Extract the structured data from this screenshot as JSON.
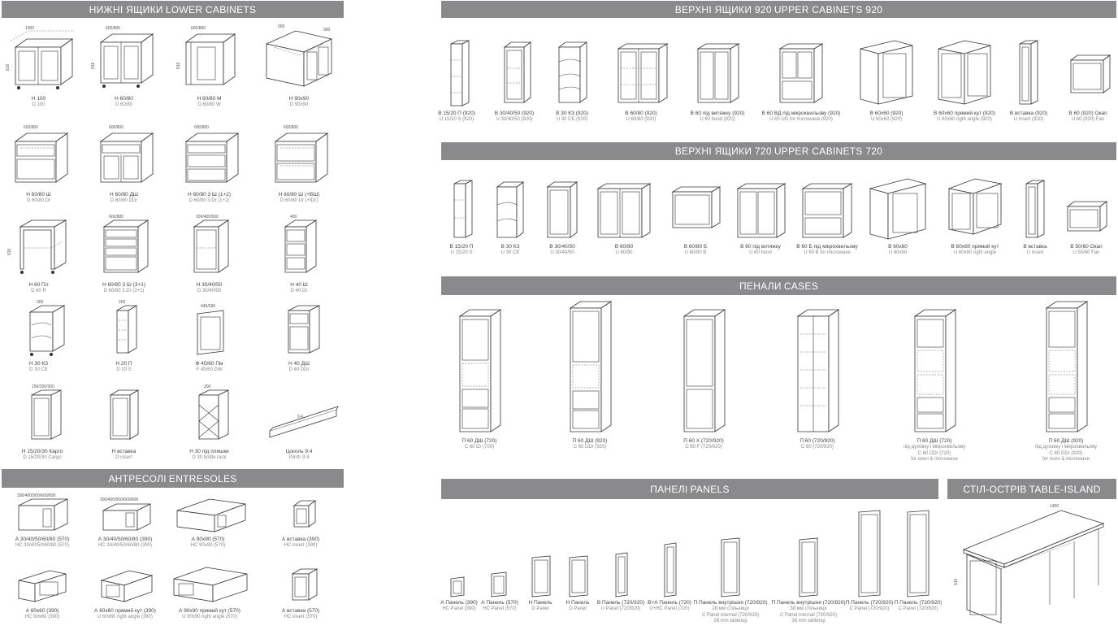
{
  "sections": {
    "lower": {
      "ua": "НИЖНІ ЯЩИКИ",
      "en": "LOWER CABINETS"
    },
    "upper920": {
      "ua": "ВЕРХНІ ЯЩИКИ 920",
      "en": "UPPER CABINETS 920"
    },
    "upper720": {
      "ua": "ВЕРХНІ ЯЩИКИ 720",
      "en": "UPPER CABINETS 720"
    },
    "cases": {
      "ua": "ПЕНАЛИ",
      "en": "CASES"
    },
    "entresoles": {
      "ua": "АНТРЕСОЛІ",
      "en": "ENTRESOLES"
    },
    "panels": {
      "ua": "ПАНЕЛІ",
      "en": "PANELS"
    },
    "island": {
      "ua": "СТІЛ-ОСТРІВ",
      "en": "TABLE-ISLAND"
    }
  },
  "lower": [
    {
      "ua": "Н 100",
      "en": "D 100"
    },
    {
      "ua": "Н 60/80",
      "en": "D 60/80"
    },
    {
      "ua": "Н 60/80 М",
      "en": "D 60/80 W"
    },
    {
      "ua": "Н 90х90",
      "en": "D 90х90"
    },
    {
      "ua": "Н 60/80 Ш",
      "en": "D 60/80 Dr"
    },
    {
      "ua": "Н 60/80 ДШ",
      "en": "D 60/80 DDr"
    },
    {
      "ua": "Н 60/80 3 Ш (1+2)",
      "en": "D 60/80 3 Dr (1+2)"
    },
    {
      "ua": "Н 60/80 Ш (+ВШ)",
      "en": "D 60/80 Dr (+IDr)"
    },
    {
      "ua": "Н 60 Пл",
      "en": "D 60 R"
    },
    {
      "ua": "Н 60/80 3 Ш (3+1)",
      "en": "D 60/80 3 Dr (3+1)"
    },
    {
      "ua": "Н 30/40/50",
      "en": "D 30/40/50"
    },
    {
      "ua": "Н 40 Ш",
      "en": "D 40 Dr"
    },
    {
      "ua": "Н 30 КЗ",
      "en": "D 30 CE"
    },
    {
      "ua": "Н 20 П",
      "en": "D 20 S"
    },
    {
      "ua": "Ф 45/60 Пм",
      "en": "F 45/60 DW"
    },
    {
      "ua": "Н 40 ДШ",
      "en": "D 40 DDr"
    },
    {
      "ua": "Н 15/20/30 Карго",
      "en": "D 15/20/30 Cargo"
    },
    {
      "ua": "Н вставка",
      "en": "D insert"
    },
    {
      "ua": "Н 30 під пляшки",
      "en": "D 30 bottle rack"
    },
    {
      "ua": "Цоколь 9.4",
      "en": "Plinth 9.4"
    }
  ],
  "upper920": [
    {
      "ua": "В 15/20 П (920)",
      "en": "U 15/20 S (920)"
    },
    {
      "ua": "В 30/40/50 (920)",
      "en": "U 30/40/50 (920)"
    },
    {
      "ua": "В 30 КЗ (920)",
      "en": "U 30 CE (920)"
    },
    {
      "ua": "В 60/80 (920)",
      "en": "U 60/80 (920)"
    },
    {
      "ua": "В 60 під витяжку (920)",
      "en": "U 60 hood (920)"
    },
    {
      "ua": "В 60 ВД під мікрохвильову (920)",
      "en": "U 60 UD for microwave (920)"
    },
    {
      "ua": "В 60х60 (920)",
      "en": "U 60х60 (920)"
    },
    {
      "ua": "В 60х60 прямий кут (920)",
      "en": "U 60х60 right angle (920)"
    },
    {
      "ua": "В вставка (920)",
      "en": "U insert (920)"
    },
    {
      "ua": "В 60 (920) Окап",
      "en": "U 60 (920) Fan"
    }
  ],
  "upper720": [
    {
      "ua": "В 15/20 П",
      "en": "U 15/20 S"
    },
    {
      "ua": "В 30 КЗ",
      "en": "U 30 CE"
    },
    {
      "ua": "В 30/40/50",
      "en": "U 30/40/50"
    },
    {
      "ua": "В 60/80",
      "en": "U 60/80"
    },
    {
      "ua": "В 60/80 Б",
      "en": "U 60/80 B"
    },
    {
      "ua": "В 60 під витяжку",
      "en": "U 60 hood"
    },
    {
      "ua": "В 60 Б під мікрохвильову",
      "en": "U 60 B for microwave"
    },
    {
      "ua": "В 60х60",
      "en": "U 60х60"
    },
    {
      "ua": "В 60х60 прямий кут",
      "en": "U 60х60 right angle"
    },
    {
      "ua": "В вставка",
      "en": "U insert"
    },
    {
      "ua": "В 50/60 Окап",
      "en": "U 50/60 Fan"
    }
  ],
  "cases": [
    {
      "ua": "П 60 ДШ (720)",
      "en": "C 60 Dr (720)",
      "l3": "",
      "l4": ""
    },
    {
      "ua": "П 60 ДШ (920)",
      "en": "C 60 DDr (920)",
      "l3": "",
      "l4": ""
    },
    {
      "ua": "П 60 Х (720/920)",
      "en": "C 60 F (720/920)",
      "l3": "",
      "l4": ""
    },
    {
      "ua": "П 60 (720/920)",
      "en": "C 60 (720/920)",
      "l3": "",
      "l4": ""
    },
    {
      "ua": "П 60 ДШ (720)",
      "en": "під духовку і мікрохвильову",
      "l3": "C 60 DDr (720)",
      "l4": "for oven & microwave"
    },
    {
      "ua": "П 60 ДШ (920)",
      "en": "під духовку і мікрохвильову",
      "l3": "C 60 DDr (920)",
      "l4": "for oven & microwave"
    }
  ],
  "entresoles": [
    {
      "ua": "А 30/40/50/60/80 (570)",
      "en": "HC 30/40/50/60/80 (570)"
    },
    {
      "ua": "А 30/40/50/60/80 (390)",
      "en": "HC 30/40/50/60/80 (390)"
    },
    {
      "ua": "А 90х90 (570)",
      "en": "HC 90х90 (570)"
    },
    {
      "ua": "А вставка (390)",
      "en": "HC insert (390)"
    },
    {
      "ua": "А 60х60 (390)",
      "en": "HC 60х60 (390)"
    },
    {
      "ua": "А 60х60 прямий кут (390)",
      "en": "U 60х60 right angle (390)"
    },
    {
      "ua": "А 90х90 прямий кут (570)",
      "en": "U 90х90 right angle (570)"
    },
    {
      "ua": "А вставка (570)",
      "en": "HC insert (570)"
    }
  ],
  "panels": [
    {
      "ua": "А Панель (390)",
      "en": "HC Panel (390)",
      "l3": "",
      "l4": ""
    },
    {
      "ua": "А Панель (570)",
      "en": "HC Panel (570)",
      "l3": "",
      "l4": ""
    },
    {
      "ua": "Н Панель",
      "en": "D Panel",
      "l3": "",
      "l4": ""
    },
    {
      "ua": "Н Панель",
      "en": "D Panel",
      "l3": "",
      "l4": ""
    },
    {
      "ua": "В Панель (720/920)",
      "en": "U Panel (720/920)",
      "l3": "",
      "l4": ""
    },
    {
      "ua": "В+А Панель (720)",
      "en": "U+HC Panel (720)",
      "l3": "",
      "l4": ""
    },
    {
      "ua": "П Панель внутрішня (720/920)",
      "en": "28 мм стільниця",
      "l3": "C Panel internal (720/920)",
      "l4": "28 mm tabletop"
    },
    {
      "ua": "П Панель внутрішня (720/920)",
      "en": "38 мм стільниця",
      "l3": "C Panel internal (720/920)",
      "l4": "38 mm tabletop"
    },
    {
      "ua": "П Панель (720/920)",
      "en": "C Panel (720/920)",
      "l3": "",
      "l4": ""
    },
    {
      "ua": "П Панель (720/920)",
      "en": "C Panel (720/920)",
      "l3": "",
      "l4": ""
    }
  ]
}
